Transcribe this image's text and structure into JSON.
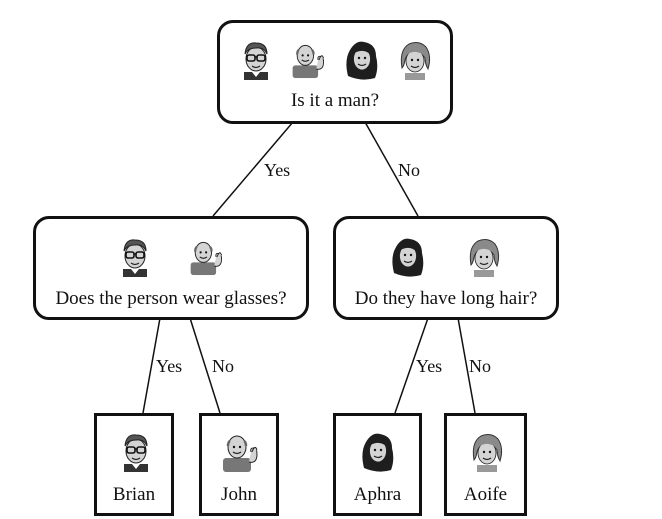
{
  "root": {
    "question": "Is it a man?",
    "people": [
      "brian",
      "john",
      "aphra",
      "aoife"
    ]
  },
  "edges": {
    "root_left": "Yes",
    "root_right": "No",
    "left_left": "Yes",
    "left_right": "No",
    "right_left": "Yes",
    "right_right": "No"
  },
  "left_node": {
    "question": "Does the person wear glasses?",
    "people": [
      "brian",
      "john"
    ]
  },
  "right_node": {
    "question": "Do they have long hair?",
    "people": [
      "aphra",
      "aoife"
    ]
  },
  "leaves": [
    {
      "id": "brian",
      "name": "Brian"
    },
    {
      "id": "john",
      "name": "John"
    },
    {
      "id": "aphra",
      "name": "Aphra"
    },
    {
      "id": "aoife",
      "name": "Aoife"
    }
  ],
  "colors": {
    "line": "#111111",
    "skin": "#cfcfcf",
    "hair_dark": "#222222",
    "hair_grey": "#8a8a8a"
  }
}
